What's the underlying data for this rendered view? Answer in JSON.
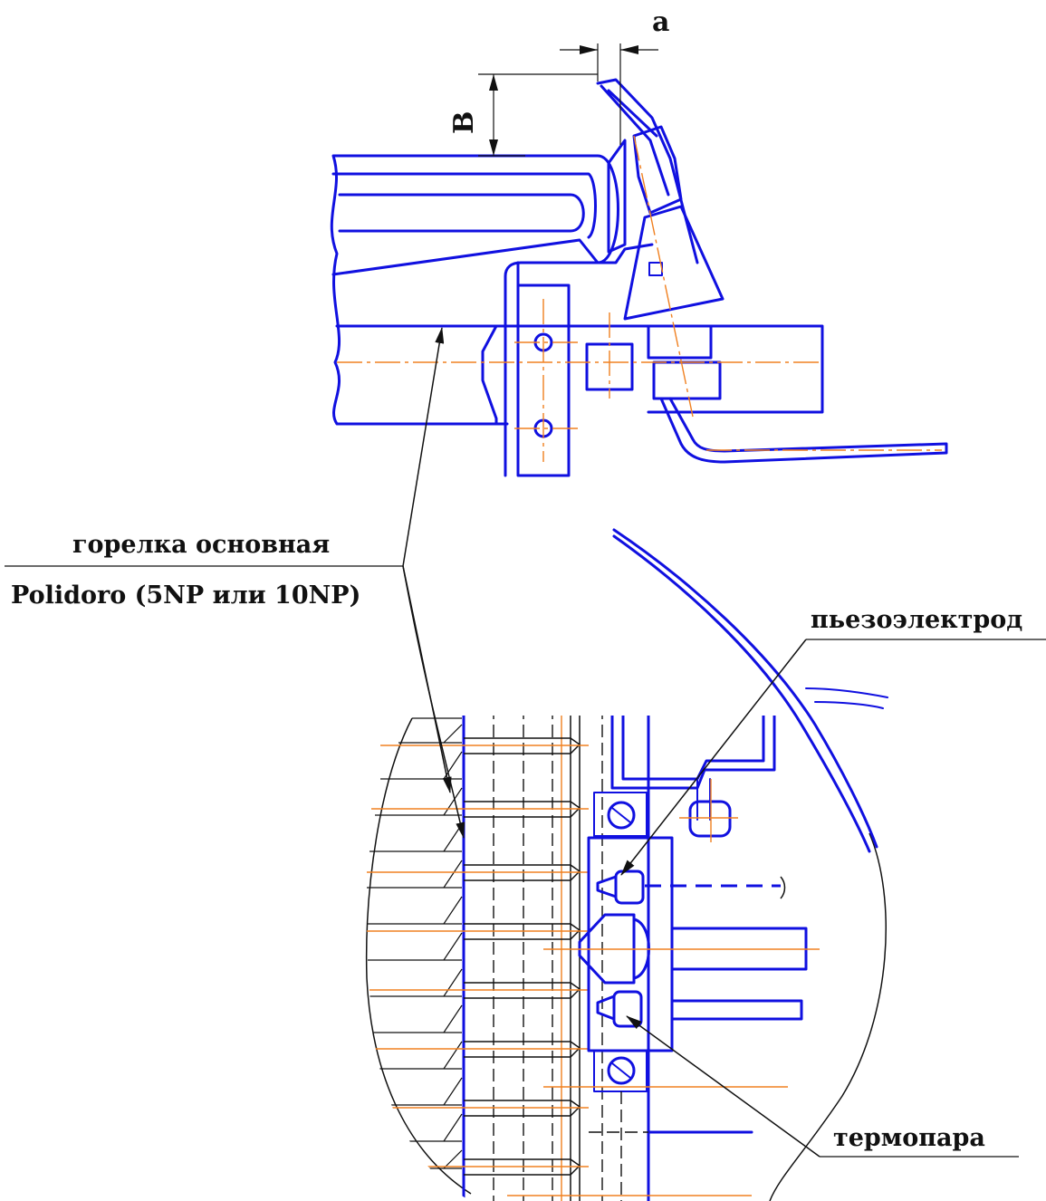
{
  "dimensions": {
    "a": "a",
    "b": "B"
  },
  "labels": {
    "main_burner_line1": "горелка основная",
    "main_burner_line2": "Polidoro (5NP или 10NP)",
    "piezo_electrode": "пьезоэлектрод",
    "thermocouple": "термопара"
  },
  "colors": {
    "outline": "#1010e0",
    "centerline": "#f08020",
    "leader": "#111111",
    "background": "#ffffff"
  }
}
